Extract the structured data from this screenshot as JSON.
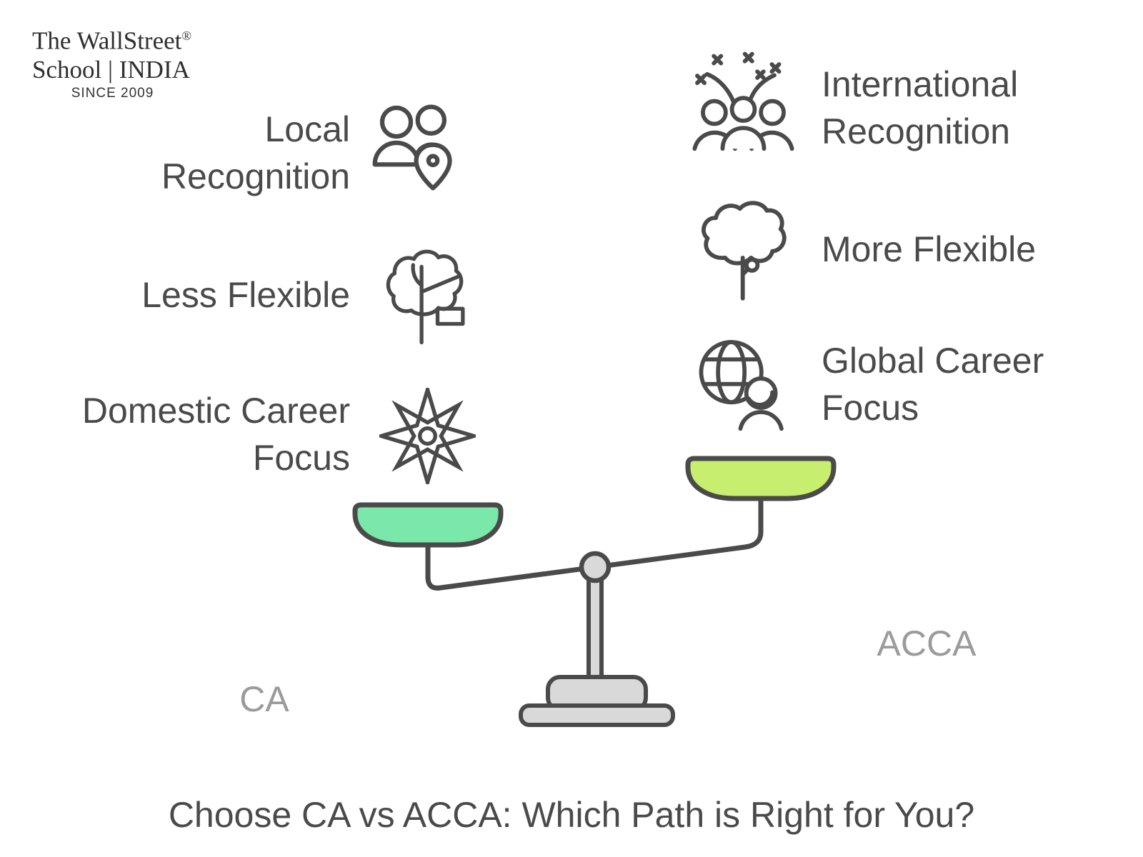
{
  "logo": {
    "line1": "The WallStreet",
    "registered": "®",
    "line2": "School | INDIA",
    "line3": "SINCE 2009"
  },
  "left_column": {
    "label": "CA",
    "items": [
      {
        "label": "Local Recognition",
        "icon": "people-location-icon"
      },
      {
        "label": "Less Flexible",
        "icon": "tree-icon"
      },
      {
        "label": "Domestic Career Focus",
        "icon": "compass-star-icon"
      }
    ]
  },
  "right_column": {
    "label": "ACCA",
    "items": [
      {
        "label": "International Recognition",
        "icon": "celebration-crowd-icon"
      },
      {
        "label": "More Flexible",
        "icon": "cloud-tree-icon"
      },
      {
        "label": "Global Career Focus",
        "icon": "globe-person-icon"
      }
    ]
  },
  "title": "Choose CA vs ACCA: Which Path is Right for You?",
  "colors": {
    "ink": "#4A4A4A",
    "muted_label": "#9B9B9B",
    "left_pan_fill": "#7BE8AB",
    "right_pan_fill": "#C7EE6E",
    "stand_fill": "#D9D9D9",
    "background": "#FFFFFF"
  }
}
